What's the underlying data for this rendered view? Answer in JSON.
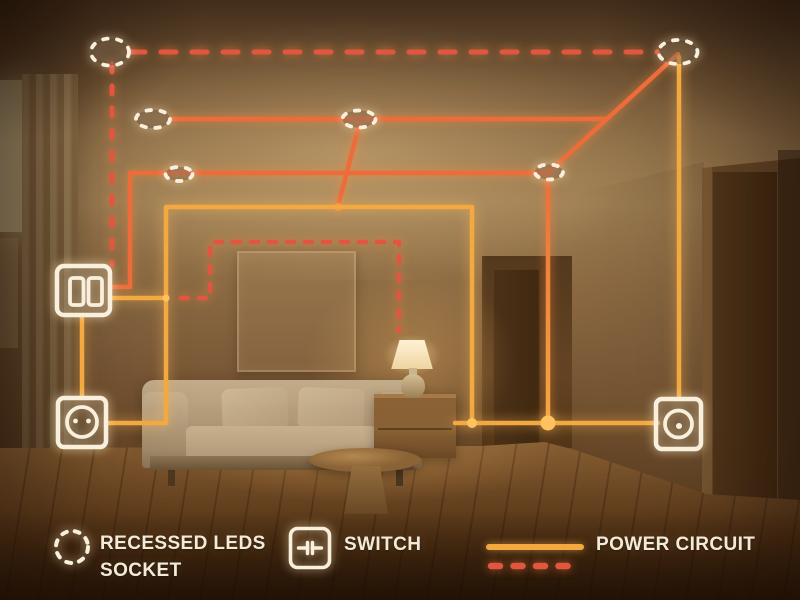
{
  "legend": {
    "recessed_leds": "RECESSED LEDS",
    "socket": "SOCKET",
    "switch": "SWITCH",
    "power_circuit": "POWER CIRCUIT"
  },
  "colors": {
    "power": "#f3a93f",
    "power_bright": "#ffc25f",
    "circuit_solid": "#ee6b3a",
    "circuit_dashed": "#e2553e",
    "device_stroke": "#f9efdd",
    "legend_text": "#f4ead8"
  },
  "diagram": {
    "recessed_led_count": 6,
    "socket_count": 2,
    "switch_count": 1
  }
}
